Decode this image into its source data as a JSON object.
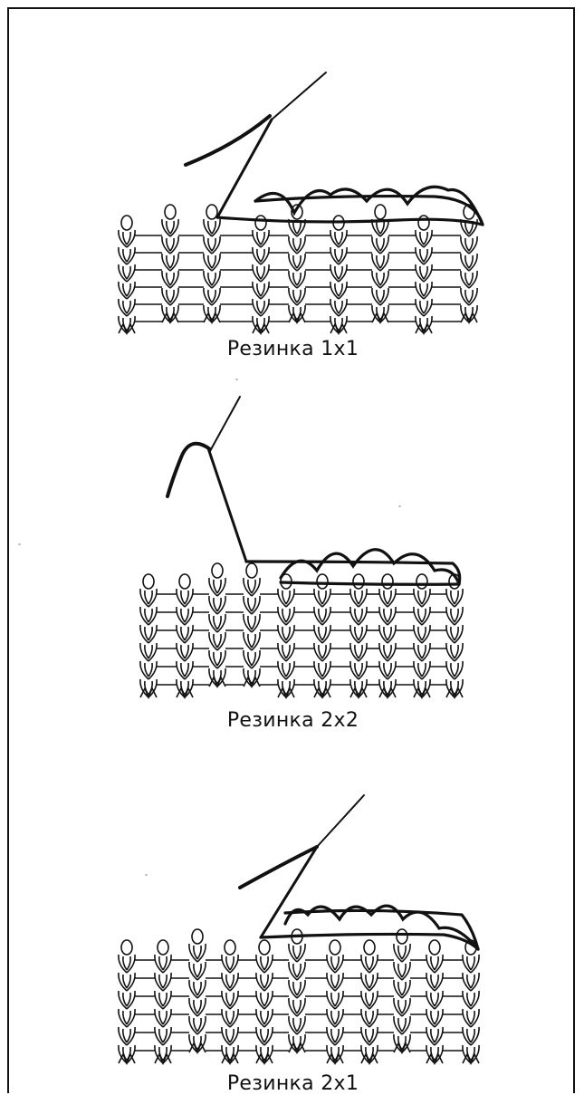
{
  "panels": [
    {
      "id": "1x1",
      "caption": "Резинка 1x1"
    },
    {
      "id": "2x2",
      "caption": "Резинка 2x2"
    },
    {
      "id": "2x1",
      "caption": "Резинка 2x1"
    }
  ],
  "colors": {
    "ink": "#111111",
    "paper": "#ffffff",
    "border": "#111111"
  }
}
